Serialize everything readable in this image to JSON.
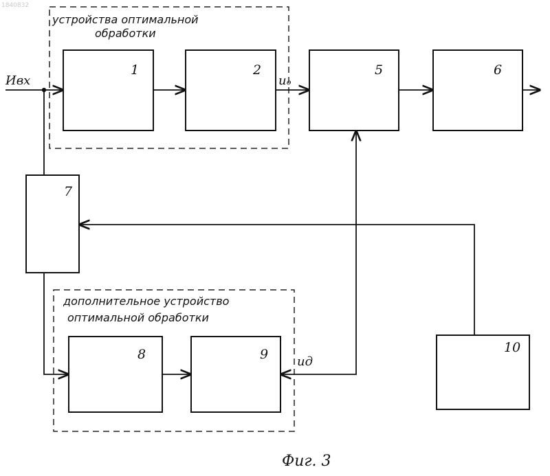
{
  "doc_id": "1840832",
  "input_label": "Ивх",
  "signal_u0": "uₒ",
  "signal_ud": "uд",
  "group_top": {
    "line1": "устройства оптимальной",
    "line2": "обработки"
  },
  "group_bottom": {
    "line1": "дополнительное устройство",
    "line2": "оптимальной обработки"
  },
  "blocks": {
    "b1": "1",
    "b2": "2",
    "b5": "5",
    "b6": "6",
    "b7": "7",
    "b8": "8",
    "b9": "9",
    "b10": "10"
  },
  "caption": "Фиг. 3"
}
